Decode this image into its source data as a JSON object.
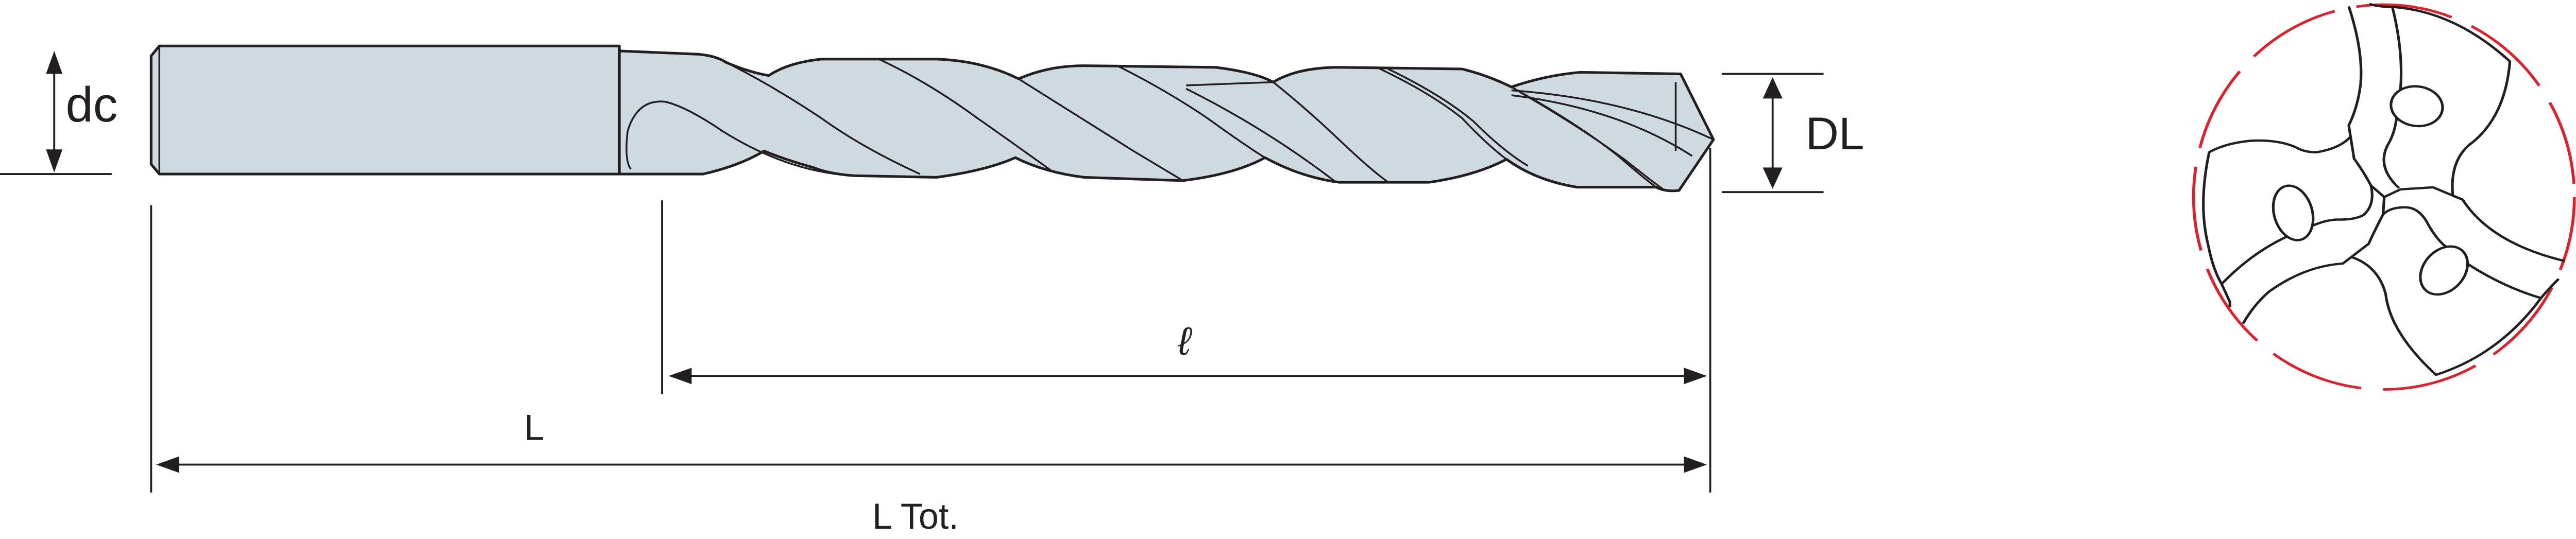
{
  "labels": {
    "shank_diameter": "dc",
    "drill_diameter": "DL",
    "flute_length": "ℓ",
    "length": "L",
    "total_length": "L Tot."
  },
  "colors": {
    "drill_fill": "#cfdae0",
    "outline": "#231f20",
    "end_view_circle": "#e0202a"
  }
}
